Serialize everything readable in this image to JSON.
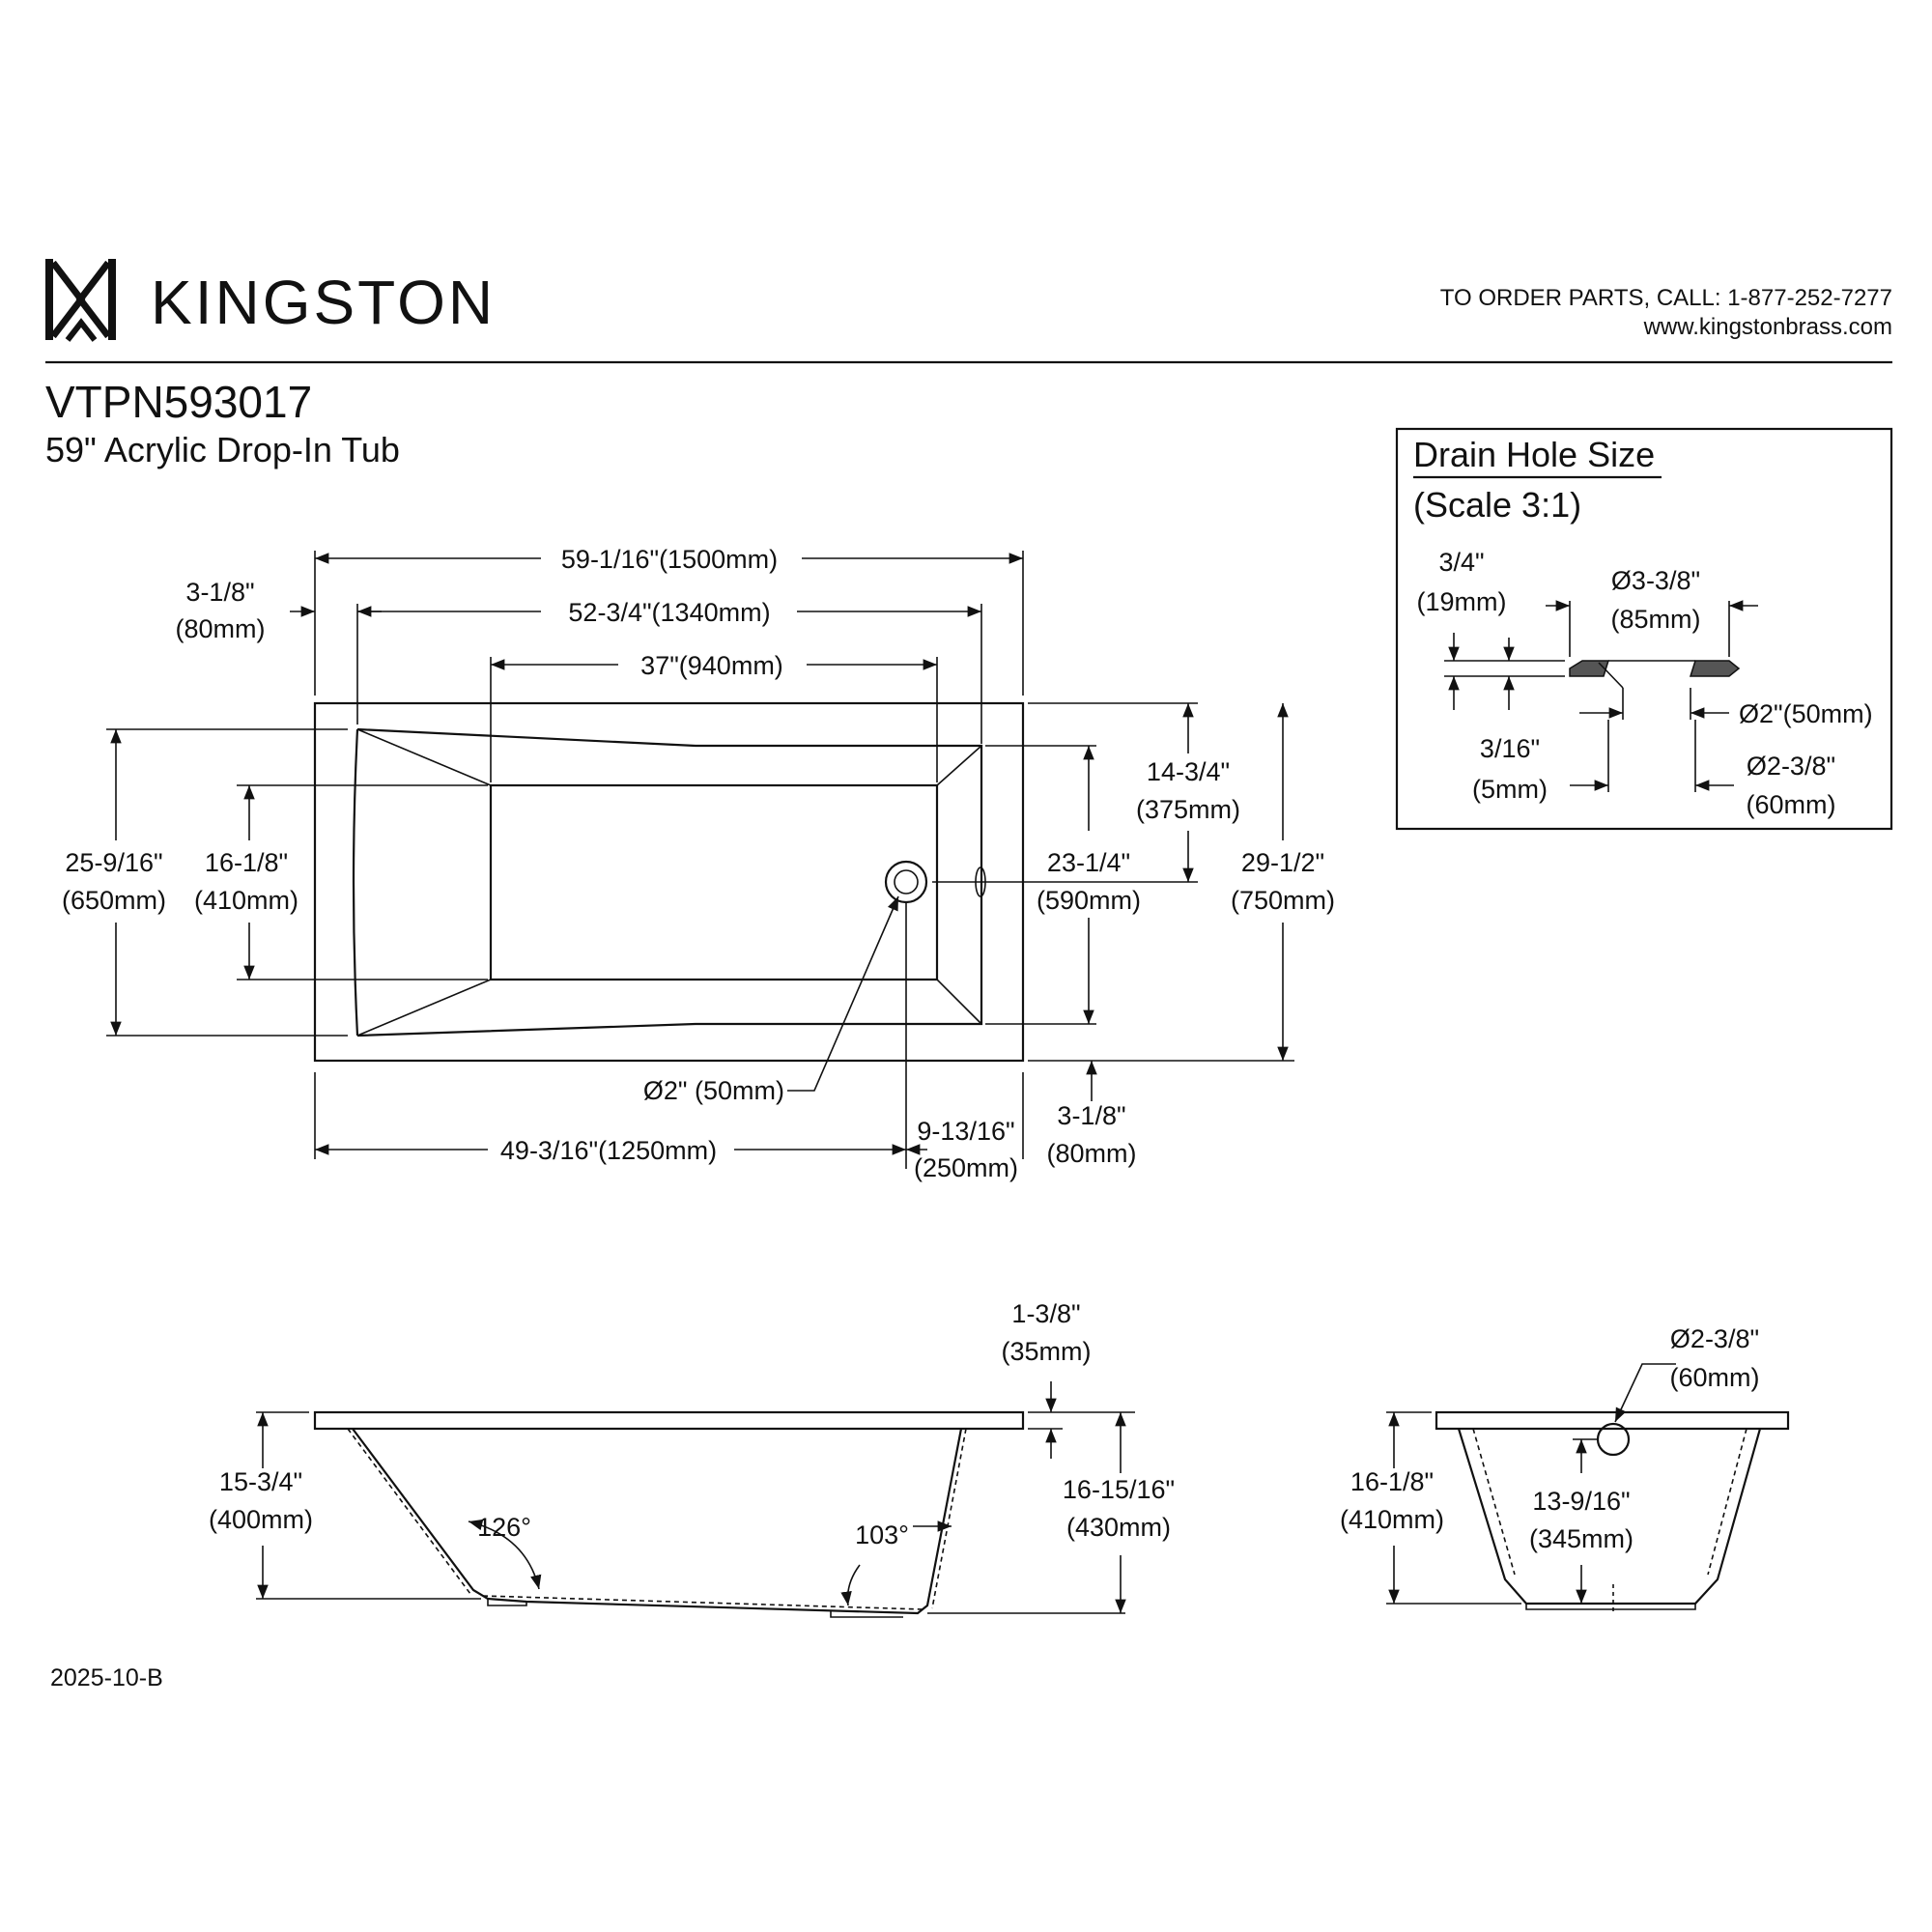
{
  "header": {
    "brand": "KINGSTON",
    "order_line": "TO ORDER PARTS, CALL: 1-877-252-7277",
    "website": "www.kingstonbrass.com"
  },
  "product": {
    "model": "VTPN593017",
    "description": "59\" Acrylic Drop-In Tub"
  },
  "drain_box": {
    "title": "Drain Hole Size",
    "scale": "(Scale 3:1)",
    "d1_in": "3/4\"",
    "d1_mm": "(19mm)",
    "d2_in": "Ø3-3/8\"",
    "d2_mm": "(85mm)",
    "d3": "Ø2\"(50mm)",
    "d4_in": "3/16\"",
    "d4_mm": "(5mm)",
    "d5_in": "Ø2-3/8\"",
    "d5_mm": "(60mm)"
  },
  "top_view": {
    "overall_length": "59-1/16\"(1500mm)",
    "inner_length": "52-3/4\"(1340mm)",
    "floor_length": "37\"(940mm)",
    "rim_left_in": "3-1/8\"",
    "rim_left_mm": "(80mm)",
    "outer_width_in": "25-9/16\"",
    "outer_width_mm": "(650mm)",
    "floor_width_in": "16-1/8\"",
    "floor_width_mm": "(410mm)",
    "drain_offset_in": "14-3/4\"",
    "drain_offset_mm": "(375mm)",
    "inner_width_in": "23-1/4\"",
    "inner_width_mm": "(590mm)",
    "total_width_in": "29-1/2\"",
    "total_width_mm": "(750mm)",
    "drain_dia": "Ø2\" (50mm)",
    "drain_pos": "49-3/16\"(1250mm)",
    "drain_end_in": "9-13/16\"",
    "drain_end_mm": "(250mm)",
    "rim_bottom_in": "3-1/8\"",
    "rim_bottom_mm": "(80mm)"
  },
  "side_view": {
    "rim_in": "1-3/8\"",
    "rim_mm": "(35mm)",
    "inner_depth_in": "15-3/4\"",
    "inner_depth_mm": "(400mm)",
    "outer_depth_in": "16-15/16\"",
    "outer_depth_mm": "(430mm)",
    "angle_left": "126°",
    "angle_right": "103°"
  },
  "end_view": {
    "overflow_in": "Ø2-3/8\"",
    "overflow_mm": "(60mm)",
    "depth_in": "16-1/8\"",
    "depth_mm": "(410mm)",
    "overflow_height_in": "13-9/16\"",
    "overflow_height_mm": "(345mm)"
  },
  "revision": "2025-10-B"
}
